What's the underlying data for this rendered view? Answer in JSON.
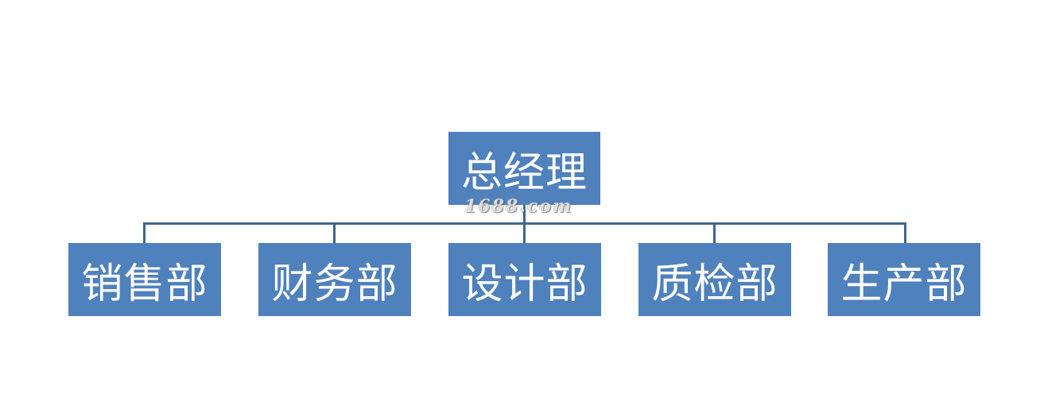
{
  "org_chart": {
    "root": {
      "label": "总经理"
    },
    "children": [
      {
        "label": "销售部"
      },
      {
        "label": "财务部"
      },
      {
        "label": "设计部"
      },
      {
        "label": "质检部"
      },
      {
        "label": "生产部"
      }
    ]
  },
  "watermark": {
    "text": "1688.com"
  },
  "colors": {
    "node_fill": "#4f81bd",
    "connector": "#3d6592",
    "node_text": "#ffffff",
    "background": "#ffffff"
  }
}
